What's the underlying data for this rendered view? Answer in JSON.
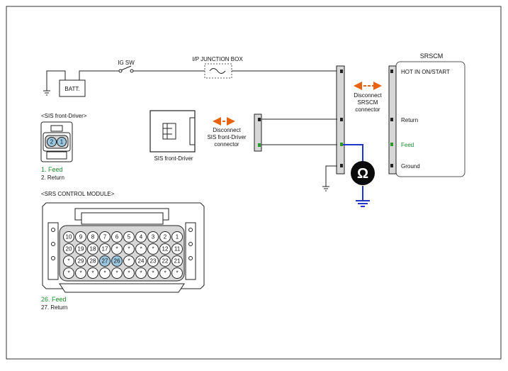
{
  "labels": {
    "ig_sw": "IG SW",
    "junction_box": "I/P JUNCTION BOX",
    "batt": "BATT.",
    "srscm_title": "SRSCM",
    "hot_in": "HOT IN ON/START",
    "return": "Return",
    "feed": "Feed",
    "ground": "Ground",
    "disconnect_srscm": [
      "Disconnect",
      "SRSCM",
      "connector"
    ],
    "disconnect_sis": [
      "Disconnect",
      "SIS front-Driver",
      "connector"
    ],
    "sis_component": "SIS front-Driver",
    "sis_section": "<SIS front-Driver>",
    "sis_pin_2": "2",
    "sis_pin_1": "1",
    "sis_feed": "1. Feed",
    "sis_return": "2. Return",
    "srs_section": "<SRS CONTROL MODULE>",
    "srs_feed": "26. Feed",
    "srs_return": "27. Return",
    "ohm_symbol": "Ω"
  },
  "srs_pins": {
    "row1": [
      "10",
      "9",
      "8",
      "7",
      "6",
      "5",
      "4",
      "3",
      "2",
      "1"
    ],
    "row2": [
      "20",
      "19",
      "18",
      "17",
      "*",
      "*",
      "*",
      "*",
      "12",
      "11"
    ],
    "row3": [
      "*",
      "29",
      "28",
      "27",
      "26",
      "*",
      "24",
      "23",
      "22",
      "21"
    ],
    "row4": [
      "*",
      "*",
      "*",
      "*",
      "*",
      "*",
      "*",
      "*",
      "*",
      "*"
    ],
    "highlighted": [
      "27",
      "26"
    ]
  },
  "colors": {
    "feed_wire": "#1f36c8",
    "feed_text": "#1a8a2a",
    "arrow": "#e8620f",
    "pin_highlight": "#9cc7e0",
    "connector_fill": "#d7d7d7"
  }
}
